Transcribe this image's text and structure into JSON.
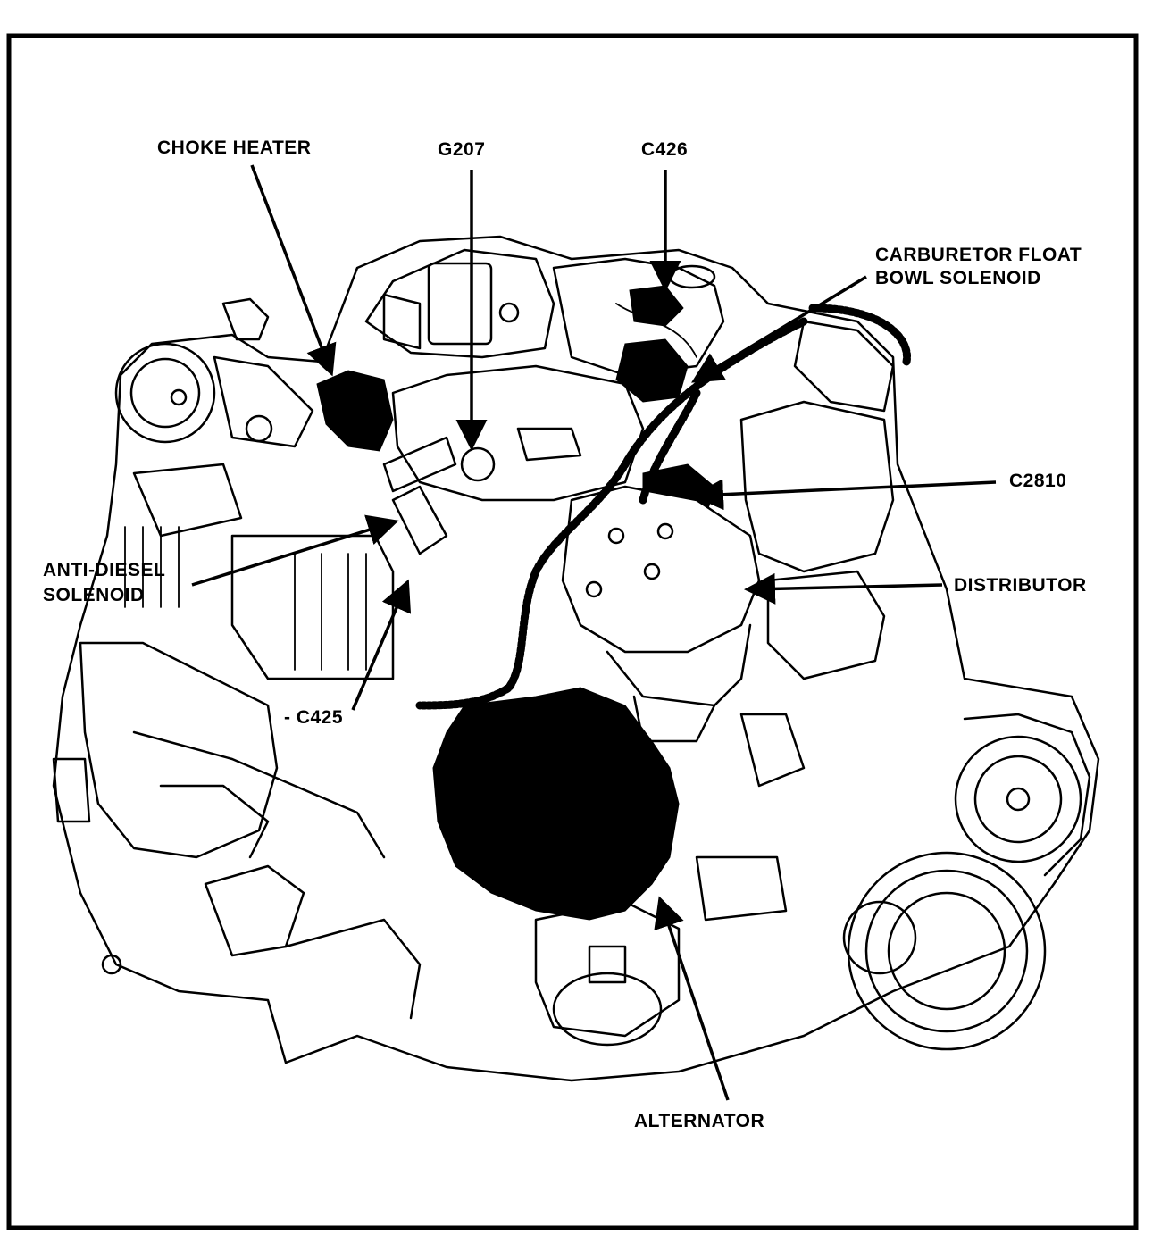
{
  "labels": {
    "choke_heater": "CHOKE HEATER",
    "g207": "G207",
    "c426": "C426",
    "carb_solenoid_line1": "CARBURETOR FLOAT",
    "carb_solenoid_line2": "BOWL SOLENOID",
    "c2810": "C2810",
    "anti_diesel_line1": "ANTI-DIESEL",
    "anti_diesel_line2": "SOLENOID",
    "distributor": "DISTRIBUTOR",
    "c425": "- C425",
    "alternator": "ALTERNATOR"
  },
  "colors": {
    "ink": "#000000",
    "paper": "#ffffff"
  }
}
